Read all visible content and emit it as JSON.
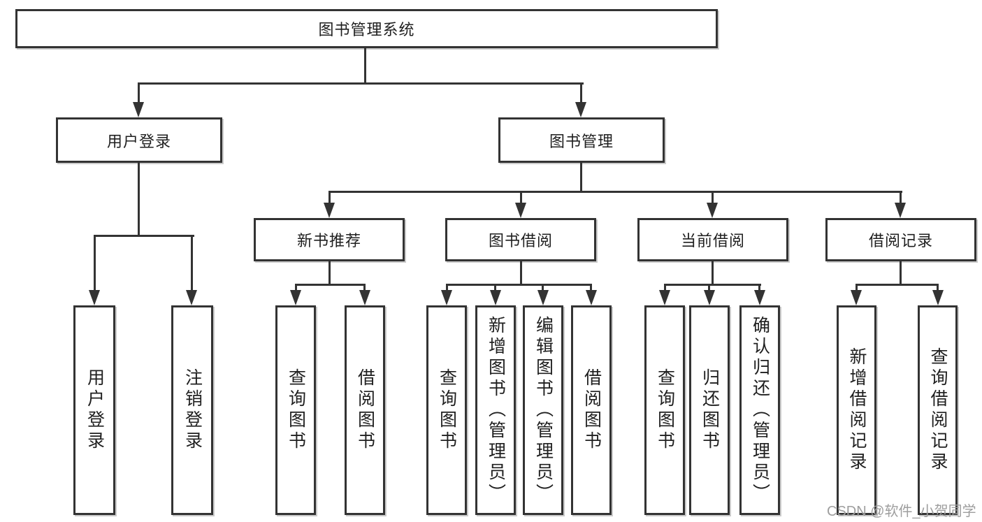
{
  "tree": {
    "root": {
      "label": "图书管理系统"
    },
    "branches": [
      {
        "label": "用户登录",
        "children": [
          {
            "label": "用户登录"
          },
          {
            "label": "注销登录"
          }
        ]
      },
      {
        "label": "图书管理",
        "children": [
          {
            "label": "新书推荐",
            "children": [
              {
                "label": "查询图书"
              },
              {
                "label": "借阅图书"
              }
            ]
          },
          {
            "label": "图书借阅",
            "children": [
              {
                "label": "查询图书"
              },
              {
                "label": "新增图书（管理员）"
              },
              {
                "label": "编辑图书（管理员）"
              },
              {
                "label": "借阅图书"
              }
            ]
          },
          {
            "label": "当前借阅",
            "children": [
              {
                "label": "查询图书"
              },
              {
                "label": "归还图书"
              },
              {
                "label": "确认归还（管理员）"
              }
            ]
          },
          {
            "label": "借阅记录",
            "children": [
              {
                "label": "新增借阅记录"
              },
              {
                "label": "查询借阅记录"
              }
            ]
          }
        ]
      }
    ]
  },
  "watermark": {
    "text": "CSDN @软件_小贺同学",
    "color": "#9e9e9e"
  },
  "colors": {
    "line": "#333333",
    "box_border": "#333333",
    "box_fill": "#ffffff",
    "text": "#1f1f1f",
    "background": "#ffffff"
  }
}
